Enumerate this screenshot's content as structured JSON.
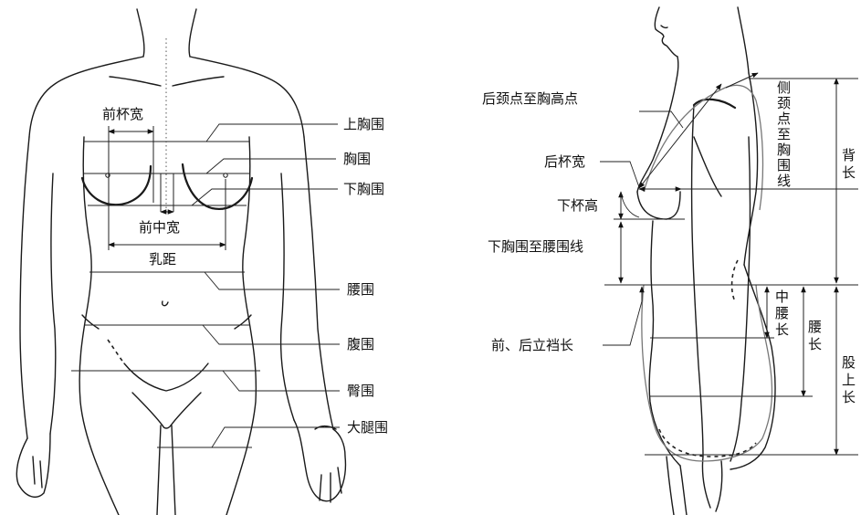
{
  "front_view": {
    "labels": {
      "front_cup_width": "前杯宽",
      "upper_bust": "上胸围",
      "bust": "胸围",
      "under_bust": "下胸围",
      "center_front_width": "前中宽",
      "bust_point_distance": "乳距",
      "waist": "腰围",
      "abdomen": "腹围",
      "hip": "臀围",
      "thigh": "大腿围"
    }
  },
  "side_view": {
    "labels": {
      "back_neck_to_bust_point": "后颈点至胸高点",
      "side_neck_to_bust_line": [
        "侧",
        "颈",
        "点",
        "至",
        "胸",
        "围",
        "线"
      ],
      "back_cup_width": "后杯宽",
      "lower_cup_height": "下杯高",
      "under_bust_to_waist": "下胸围至腰围线",
      "front_back_rise": "前、后立裆长",
      "back_length": [
        "背",
        "长"
      ],
      "mid_waist_length": [
        "中",
        "腰",
        "长"
      ],
      "waist_length": [
        "腰",
        "长"
      ],
      "crotch_depth": [
        "股",
        "上",
        "长"
      ]
    }
  }
}
